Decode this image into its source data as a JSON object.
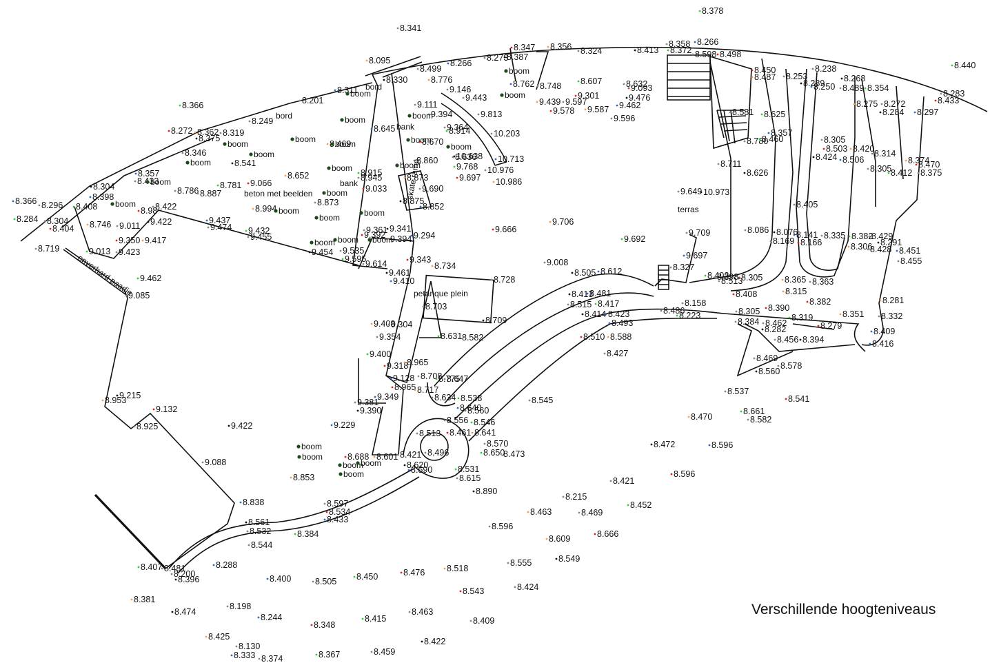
{
  "caption": "Verschillende hoogteniveaus",
  "colors": {
    "line": "#111111",
    "green": "#33cc33",
    "red": "#dd2222",
    "orange": "#f0a050",
    "blue": "#3366cc",
    "gray": "#888888",
    "tree": "#1a4a1a"
  },
  "labels": {
    "bord": "bord",
    "bank": "bank",
    "beton": "beton met beelden",
    "petanque": "petanque plein",
    "terras": "terras",
    "skate": "skate ramp",
    "boom": "boom",
    "paadje": "onverhard paadje"
  },
  "spots": [
    {
      "v": "8.378"
    },
    {
      "v": "8.341"
    },
    {
      "v": "8.347"
    },
    {
      "v": "8.356"
    },
    {
      "v": "8.324"
    },
    {
      "v": "8.413"
    },
    {
      "v": "8.266"
    },
    {
      "v": "8.358"
    },
    {
      "v": "8.372"
    },
    {
      "v": "8.598"
    },
    {
      "v": "8.498"
    },
    {
      "v": "8.095"
    },
    {
      "v": "8.273"
    },
    {
      "v": "8.387"
    },
    {
      "v": "8.266"
    },
    {
      "v": "8.499"
    },
    {
      "v": "8.440"
    },
    {
      "v": "8.238"
    },
    {
      "v": "8.450"
    },
    {
      "v": "8.487"
    },
    {
      "v": "8.253"
    },
    {
      "v": "8.268"
    },
    {
      "v": "8.762"
    },
    {
      "v": "8.748"
    },
    {
      "v": "8.607"
    },
    {
      "v": "8.632"
    },
    {
      "v": "9.093"
    },
    {
      "v": "8.776"
    },
    {
      "v": "9.146"
    },
    {
      "v": "8.330"
    },
    {
      "v": "8.311"
    },
    {
      "v": "8.201"
    },
    {
      "v": "8.366"
    },
    {
      "v": "9.443"
    },
    {
      "v": "9.301"
    },
    {
      "v": "9.439"
    },
    {
      "v": "9.597"
    },
    {
      "v": "9.476"
    },
    {
      "v": "9.462"
    },
    {
      "v": "9.111"
    },
    {
      "v": "9.394"
    },
    {
      "v": "9.813"
    },
    {
      "v": "9.578"
    },
    {
      "v": "9.587"
    },
    {
      "v": "9.596"
    },
    {
      "v": "8.289"
    },
    {
      "v": "8.250"
    },
    {
      "v": "8.489"
    },
    {
      "v": "8.354"
    },
    {
      "v": "8.283"
    },
    {
      "v": "8.433"
    },
    {
      "v": "8.275"
    },
    {
      "v": "8.272"
    },
    {
      "v": "8.284"
    },
    {
      "v": "8.297"
    },
    {
      "v": "8.581"
    },
    {
      "v": "8.625"
    },
    {
      "v": "8.249"
    },
    {
      "v": "8.272"
    },
    {
      "v": "8.362"
    },
    {
      "v": "8.319"
    },
    {
      "v": "8.375"
    },
    {
      "v": "8.645"
    },
    {
      "v": "9.364"
    },
    {
      "v": "8.914"
    },
    {
      "v": "10.203"
    },
    {
      "v": "8.670"
    },
    {
      "v": "8.469"
    },
    {
      "v": "8.346"
    },
    {
      "v": "8.541"
    },
    {
      "v": "8.357"
    },
    {
      "v": "8.780"
    },
    {
      "v": "8.460"
    },
    {
      "v": "8.305"
    },
    {
      "v": "8.503"
    },
    {
      "v": "8.420"
    },
    {
      "v": "8.314"
    },
    {
      "v": "8.424"
    },
    {
      "v": "8.506"
    },
    {
      "v": "8.305"
    },
    {
      "v": "8.412"
    },
    {
      "v": "8.375"
    },
    {
      "v": "8.470"
    },
    {
      "v": "8.374"
    },
    {
      "v": "8.636"
    },
    {
      "v": "10.638"
    },
    {
      "v": "10.713"
    },
    {
      "v": "8.860"
    },
    {
      "v": "9.768"
    },
    {
      "v": "10.976"
    },
    {
      "v": "9.697"
    },
    {
      "v": "10.986"
    },
    {
      "v": "8.711"
    },
    {
      "v": "8.626"
    },
    {
      "v": "8.357"
    },
    {
      "v": "8.433"
    },
    {
      "v": "8.915"
    },
    {
      "v": "8.945"
    },
    {
      "v": "9.033"
    },
    {
      "v": "8.873"
    },
    {
      "v": "9.690"
    },
    {
      "v": "8.304"
    },
    {
      "v": "8.398"
    },
    {
      "v": "8.786"
    },
    {
      "v": "8.781"
    },
    {
      "v": "8.887"
    },
    {
      "v": "9.066"
    },
    {
      "v": "8.652"
    },
    {
      "v": "9.649"
    },
    {
      "v": "10.973"
    },
    {
      "v": "8.366"
    },
    {
      "v": "8.296"
    },
    {
      "v": "8.408"
    },
    {
      "v": "8.422"
    },
    {
      "v": "8.98"
    },
    {
      "v": "8.994"
    },
    {
      "v": "8.873"
    },
    {
      "v": "8.875"
    },
    {
      "v": "8.852"
    },
    {
      "v": "8.405"
    },
    {
      "v": "8.284"
    },
    {
      "v": "8.304"
    },
    {
      "v": "8.404"
    },
    {
      "v": "8.746"
    },
    {
      "v": "9.011"
    },
    {
      "v": "9.422"
    },
    {
      "v": "9.437"
    },
    {
      "v": "9.474"
    },
    {
      "v": "9.432"
    },
    {
      "v": "9.455"
    },
    {
      "v": "9.666"
    },
    {
      "v": "9.706"
    },
    {
      "v": "8.086"
    },
    {
      "v": "8.076"
    },
    {
      "v": "8.141"
    },
    {
      "v": "8.335"
    },
    {
      "v": "8.382"
    },
    {
      "v": "8.429"
    },
    {
      "v": "9.350"
    },
    {
      "v": "9.417"
    },
    {
      "v": "9.361"
    },
    {
      "v": "9.341"
    },
    {
      "v": "9.294"
    },
    {
      "v": "9.709"
    },
    {
      "v": "9.692"
    },
    {
      "v": "8.169"
    },
    {
      "v": "8.166"
    },
    {
      "v": "8.306"
    },
    {
      "v": "8.428"
    },
    {
      "v": "8.291"
    },
    {
      "v": "8.451"
    },
    {
      "v": "8.719"
    },
    {
      "v": "9.013"
    },
    {
      "v": "9.423"
    },
    {
      "v": "9.392"
    },
    {
      "v": "9.394"
    },
    {
      "v": "9.535"
    },
    {
      "v": "9.454"
    },
    {
      "v": "9.697"
    },
    {
      "v": "8.455"
    },
    {
      "v": "9.595"
    },
    {
      "v": "9.614"
    },
    {
      "v": "9.343"
    },
    {
      "v": "8.734"
    },
    {
      "v": "9.008"
    },
    {
      "v": "8.505"
    },
    {
      "v": "8.612"
    },
    {
      "v": "8.327"
    },
    {
      "v": "8.402"
    },
    {
      "v": "8.398"
    },
    {
      "v": "8.305"
    },
    {
      "v": "8.365"
    },
    {
      "v": "8.363"
    },
    {
      "v": "9.461"
    },
    {
      "v": "9.410"
    },
    {
      "v": "8.728"
    },
    {
      "v": "9.462"
    },
    {
      "v": "8.513"
    },
    {
      "v": "8.408"
    },
    {
      "v": "8.315"
    },
    {
      "v": "9.085"
    },
    {
      "v": "8.413"
    },
    {
      "v": "8.481"
    },
    {
      "v": "8.515"
    },
    {
      "v": "8.417"
    },
    {
      "v": "8.158"
    },
    {
      "v": "8.382"
    },
    {
      "v": "8.281"
    },
    {
      "v": "8.703"
    },
    {
      "v": "8.414"
    },
    {
      "v": "8.423"
    },
    {
      "v": "8.486"
    },
    {
      "v": "8.223"
    },
    {
      "v": "8.305"
    },
    {
      "v": "8.390"
    },
    {
      "v": "8.351"
    },
    {
      "v": "8.332"
    },
    {
      "v": "8.709"
    },
    {
      "v": "8.493"
    },
    {
      "v": "8.384"
    },
    {
      "v": "8.319"
    },
    {
      "v": "8.462"
    },
    {
      "v": "8.279"
    },
    {
      "v": "9.408"
    },
    {
      "v": "9.304"
    },
    {
      "v": "8.282"
    },
    {
      "v": "8.409"
    },
    {
      "v": "9.354"
    },
    {
      "v": "8.631"
    },
    {
      "v": "8.582"
    },
    {
      "v": "8.510"
    },
    {
      "v": "8.588"
    },
    {
      "v": "8.456"
    },
    {
      "v": "8.394"
    },
    {
      "v": "8.416"
    },
    {
      "v": "8.427"
    },
    {
      "v": "9.400"
    },
    {
      "v": "8.469"
    },
    {
      "v": "9.318"
    },
    {
      "v": "8.965"
    },
    {
      "v": "8.578"
    },
    {
      "v": "8.560"
    },
    {
      "v": "9.128"
    },
    {
      "v": "8.708"
    },
    {
      "v": "8.775"
    },
    {
      "v": "8.647"
    },
    {
      "v": "8.965"
    },
    {
      "v": "8.717"
    },
    {
      "v": "8.537"
    },
    {
      "v": "9.215"
    },
    {
      "v": "9.349"
    },
    {
      "v": "8.634"
    },
    {
      "v": "8.538"
    },
    {
      "v": "8.545"
    },
    {
      "v": "8.541"
    },
    {
      "v": "8.953"
    },
    {
      "v": "9.381"
    },
    {
      "v": "9.390"
    },
    {
      "v": "8.640"
    },
    {
      "v": "8.560"
    },
    {
      "v": "8.661"
    },
    {
      "v": "8.582"
    },
    {
      "v": "9.132"
    },
    {
      "v": "8.470"
    },
    {
      "v": "8.925"
    },
    {
      "v": "9.422"
    },
    {
      "v": "9.229"
    },
    {
      "v": "8.556"
    },
    {
      "v": "8.546"
    },
    {
      "v": "8.513"
    },
    {
      "v": "8.461"
    },
    {
      "v": "8.641"
    },
    {
      "v": "8.570"
    },
    {
      "v": "8.472"
    },
    {
      "v": "8.596"
    },
    {
      "v": "8.496"
    },
    {
      "v": "8.650"
    },
    {
      "v": "8.473"
    },
    {
      "v": "8.688"
    },
    {
      "v": "8.601"
    },
    {
      "v": "8.421"
    },
    {
      "v": "8.620"
    },
    {
      "v": "8.590"
    },
    {
      "v": "9.088"
    },
    {
      "v": "8.531"
    },
    {
      "v": "8.615"
    },
    {
      "v": "8.596"
    },
    {
      "v": "8.853"
    },
    {
      "v": "8.421"
    },
    {
      "v": "8.890"
    },
    {
      "v": "8.838"
    },
    {
      "v": "8.215"
    },
    {
      "v": "8.452"
    },
    {
      "v": "8.597"
    },
    {
      "v": "8.534"
    },
    {
      "v": "8.463"
    },
    {
      "v": "8.469"
    },
    {
      "v": "8.561"
    },
    {
      "v": "8.433"
    },
    {
      "v": "8.532"
    },
    {
      "v": "8.384"
    },
    {
      "v": "8.596"
    },
    {
      "v": "8.666"
    },
    {
      "v": "8.609"
    },
    {
      "v": "8.544"
    },
    {
      "v": "8.549"
    },
    {
      "v": "8.288"
    },
    {
      "v": "8.555"
    },
    {
      "v": "8.407"
    },
    {
      "v": "8.481"
    },
    {
      "v": "8.476"
    },
    {
      "v": "8.518"
    },
    {
      "v": "8.200"
    },
    {
      "v": "8.396"
    },
    {
      "v": "8.400"
    },
    {
      "v": "8.505"
    },
    {
      "v": "8.450"
    },
    {
      "v": "8.424"
    },
    {
      "v": "8.543"
    },
    {
      "v": "8.381"
    },
    {
      "v": "8.198"
    },
    {
      "v": "8.474"
    },
    {
      "v": "8.244"
    },
    {
      "v": "8.463"
    },
    {
      "v": "8.415"
    },
    {
      "v": "8.409"
    },
    {
      "v": "8.348"
    },
    {
      "v": "8.425"
    },
    {
      "v": "8.130"
    },
    {
      "v": "8.422"
    },
    {
      "v": "8.333"
    },
    {
      "v": "8.374"
    },
    {
      "v": "8.367"
    },
    {
      "v": "8.459"
    }
  ]
}
